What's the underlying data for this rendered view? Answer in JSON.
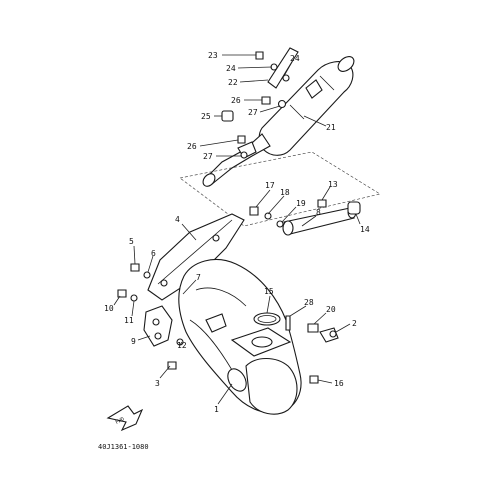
{
  "diagram": {
    "drawing_code": "40J1361-1080",
    "fwd_label": "FWD",
    "callouts": [
      {
        "id": "c23",
        "text": "23"
      },
      {
        "id": "c24a",
        "text": "24"
      },
      {
        "id": "c24b",
        "text": "24"
      },
      {
        "id": "c22",
        "text": "22"
      },
      {
        "id": "c26a",
        "text": "26"
      },
      {
        "id": "c27a",
        "text": "27"
      },
      {
        "id": "c25",
        "text": "25"
      },
      {
        "id": "c21",
        "text": "21"
      },
      {
        "id": "c26b",
        "text": "26"
      },
      {
        "id": "c27b",
        "text": "27"
      },
      {
        "id": "c17",
        "text": "17"
      },
      {
        "id": "c13",
        "text": "13"
      },
      {
        "id": "c18",
        "text": "18"
      },
      {
        "id": "c19",
        "text": "19"
      },
      {
        "id": "c8",
        "text": "8"
      },
      {
        "id": "c14",
        "text": "14"
      },
      {
        "id": "c4",
        "text": "4"
      },
      {
        "id": "c5",
        "text": "5"
      },
      {
        "id": "c6",
        "text": "6"
      },
      {
        "id": "c7",
        "text": "7"
      },
      {
        "id": "c10",
        "text": "10"
      },
      {
        "id": "c11",
        "text": "11"
      },
      {
        "id": "c15",
        "text": "15"
      },
      {
        "id": "c28",
        "text": "28"
      },
      {
        "id": "c20",
        "text": "20"
      },
      {
        "id": "c2",
        "text": "2"
      },
      {
        "id": "c9",
        "text": "9"
      },
      {
        "id": "c12",
        "text": "12"
      },
      {
        "id": "c3",
        "text": "3"
      },
      {
        "id": "c16",
        "text": "16"
      },
      {
        "id": "c1",
        "text": "1"
      }
    ]
  }
}
